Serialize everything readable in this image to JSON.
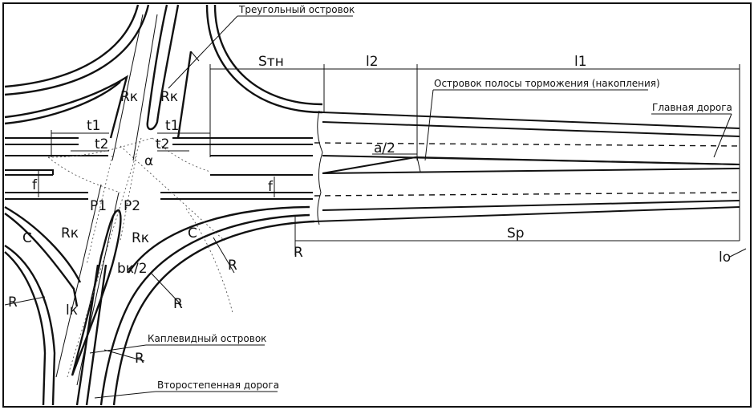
{
  "labels": {
    "triangular_island": "Треугольный островок",
    "braking_lane_island": "Островок полосы торможения (накопления)",
    "main_road": "Главная дорога",
    "teardrop_island": "Каплевидный островок",
    "secondary_road": "Второстепенная дорога"
  },
  "dims": {
    "s_tn": "Sтн",
    "l2": "l2",
    "l1": "l1",
    "t1_left": "t1",
    "t1_right": "t1",
    "t2_left": "t2",
    "t2_right": "t2",
    "rk_1": "Rк",
    "rk_2": "Rк",
    "rk_3": "Rк",
    "rk_4": "Rк",
    "alpha": "α",
    "a_over_2": "a/2",
    "f_left": "f",
    "f_right": "f",
    "p1": "P1",
    "p2": "P2",
    "c_left": "C",
    "c_right": "C",
    "bk_over_2": "bк/2",
    "lk": "lк",
    "r_1": "R",
    "r_2": "R",
    "r_3": "R",
    "r_4": "R",
    "r_5": "R",
    "sp": "Sp",
    "lo": "lo"
  }
}
